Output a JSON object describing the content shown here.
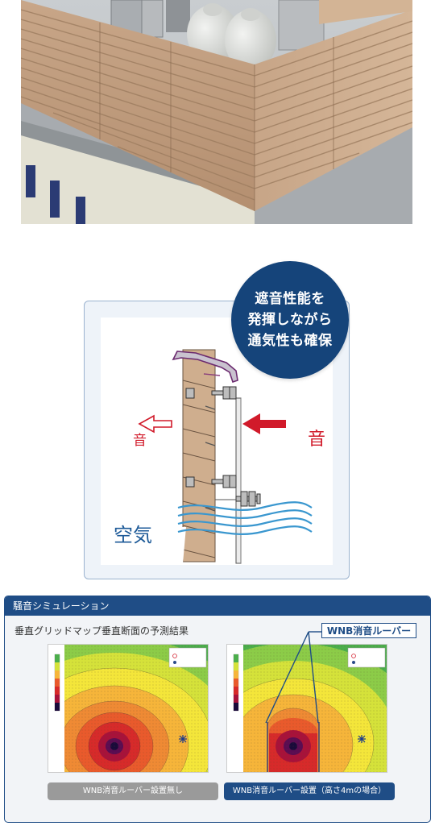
{
  "diagram": {
    "sound_out": "音",
    "sound_in": "音",
    "air": "空気",
    "badge_lines": [
      "遮音性能を",
      "発揮しながら",
      "通気性も確保"
    ]
  },
  "simulation": {
    "header": "騒音シミュレーション",
    "subtitle": "垂直グリッドマップ垂直断面の予測結果",
    "callout": "WNB消音ルーバー",
    "caption_without": "WNB消音ルーバー設置無し",
    "caption_with": "WNB消音ルーバー設置（高さ4mの場合）"
  },
  "colors": {
    "accent_navy": "#1f4d86",
    "badge_navy": "#15447a",
    "sound_red": "#d11a2a",
    "air_blue": "#1d5a98",
    "louver_wood": "#cfae8e"
  }
}
